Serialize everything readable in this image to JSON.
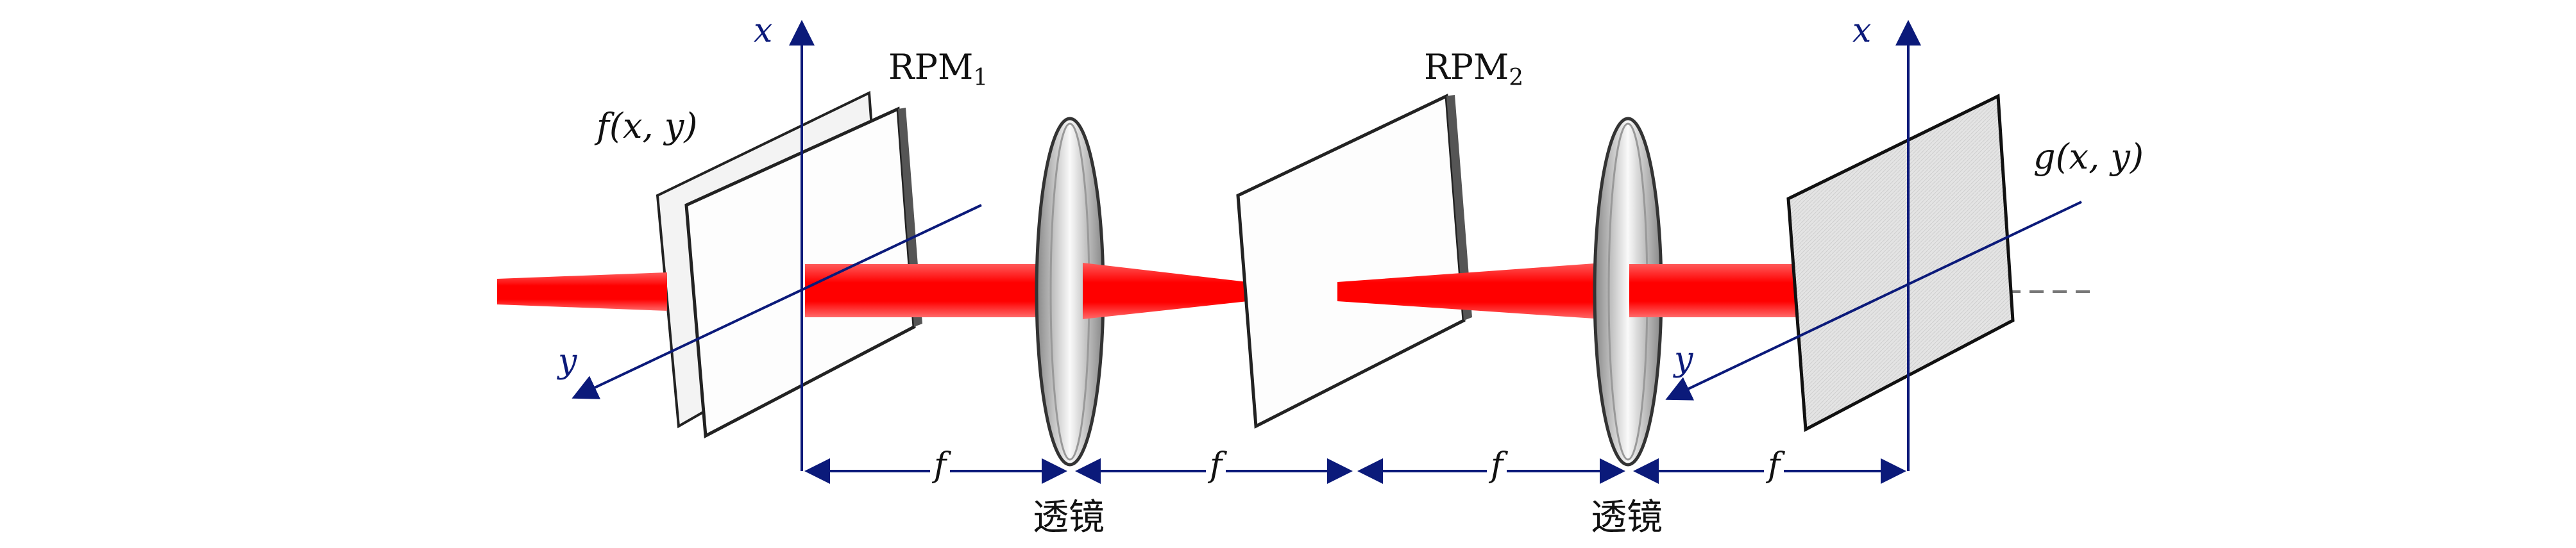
{
  "labels": {
    "f_xy": "f(x, y)",
    "rpm1": "RPM",
    "rpm1_sub": "1",
    "rpm2": "RPM",
    "rpm2_sub": "2",
    "g_xy": "g(x, y)",
    "x_left": "x",
    "y_left": "y",
    "x_right": "x",
    "y_right": "y",
    "focal": "f",
    "lens1": "透镜",
    "lens2": "透镜"
  },
  "colors": {
    "beam": "#ff1010",
    "axis": "#0b1a7a",
    "plate_edge": "#222222",
    "filled_plate": "#e6e6e6"
  }
}
